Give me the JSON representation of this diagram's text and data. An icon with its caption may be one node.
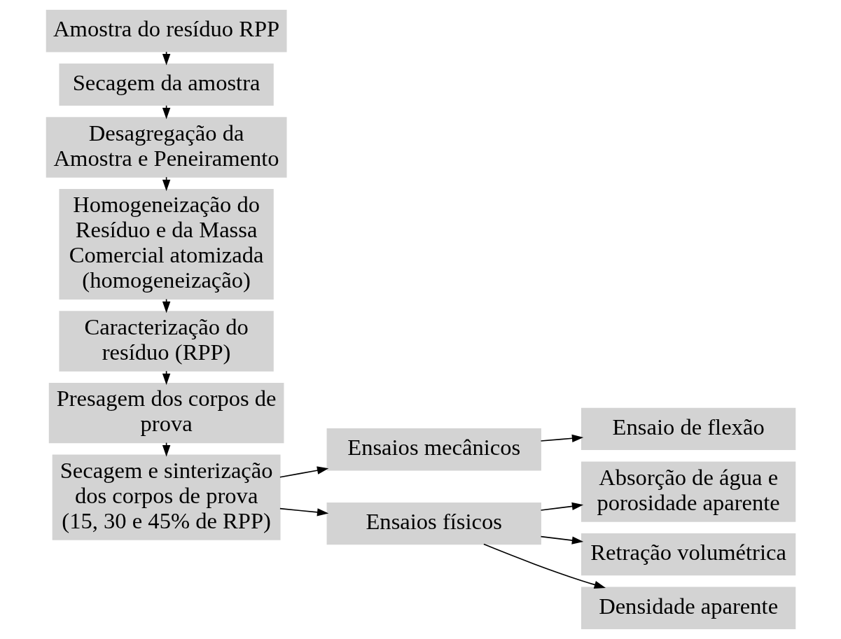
{
  "diagram": {
    "nodes": [
      {
        "text": [
          "Amostra do resíduo RPP"
        ]
      },
      {
        "text": [
          "Secagem da amostra"
        ]
      },
      {
        "text": [
          "Desagregação da Amostra e Peneiramento"
        ]
      },
      {
        "text": [
          "Homogeneização do Resíduo e da Massa Comercial atomizada (homogeneização)"
        ]
      },
      {
        "text": [
          "Caracterização do resíduo (RPP)"
        ]
      },
      {
        "text": [
          "Presagem dos corpos de prova"
        ]
      },
      {
        "text": [
          "Secagem e sinterização dos corpos de prova (15, 30 e 45% de RPP)"
        ]
      },
      {
        "text": [
          "Ensaios mecânicos"
        ]
      },
      {
        "text": [
          "Ensaio de flexão"
        ]
      },
      {
        "text": [
          "Ensaios físicos"
        ]
      },
      {
        "text": [
          "Absorção de água e porosidade aparente"
        ]
      },
      {
        "text": [
          "Retração volumétrica"
        ]
      },
      {
        "text": [
          "Densidade aparente"
        ]
      }
    ],
    "edges": [
      {
        "from": 0,
        "to": 1,
        "arrow": "to"
      },
      {
        "from": 1,
        "to": 2,
        "arrow": "to"
      },
      {
        "from": 2,
        "to": 3,
        "arrow": "to"
      },
      {
        "from": 3,
        "to": 4,
        "arrow": "to"
      },
      {
        "from": 4,
        "to": 5,
        "arrow": "to"
      },
      {
        "from": 5,
        "to": 6,
        "arrow": "to"
      },
      {
        "from": 6,
        "to": 7,
        "arrow": "to"
      },
      {
        "from": 6,
        "to": 9,
        "arrow": "to"
      },
      {
        "from": 7,
        "to": 8,
        "arrow": "to"
      },
      {
        "from": 9,
        "to": 10,
        "arrow": "to"
      },
      {
        "from": 9,
        "to": 11,
        "arrow": "to"
      },
      {
        "from": 9,
        "to": 12,
        "arrow": "to"
      }
    ]
  }
}
